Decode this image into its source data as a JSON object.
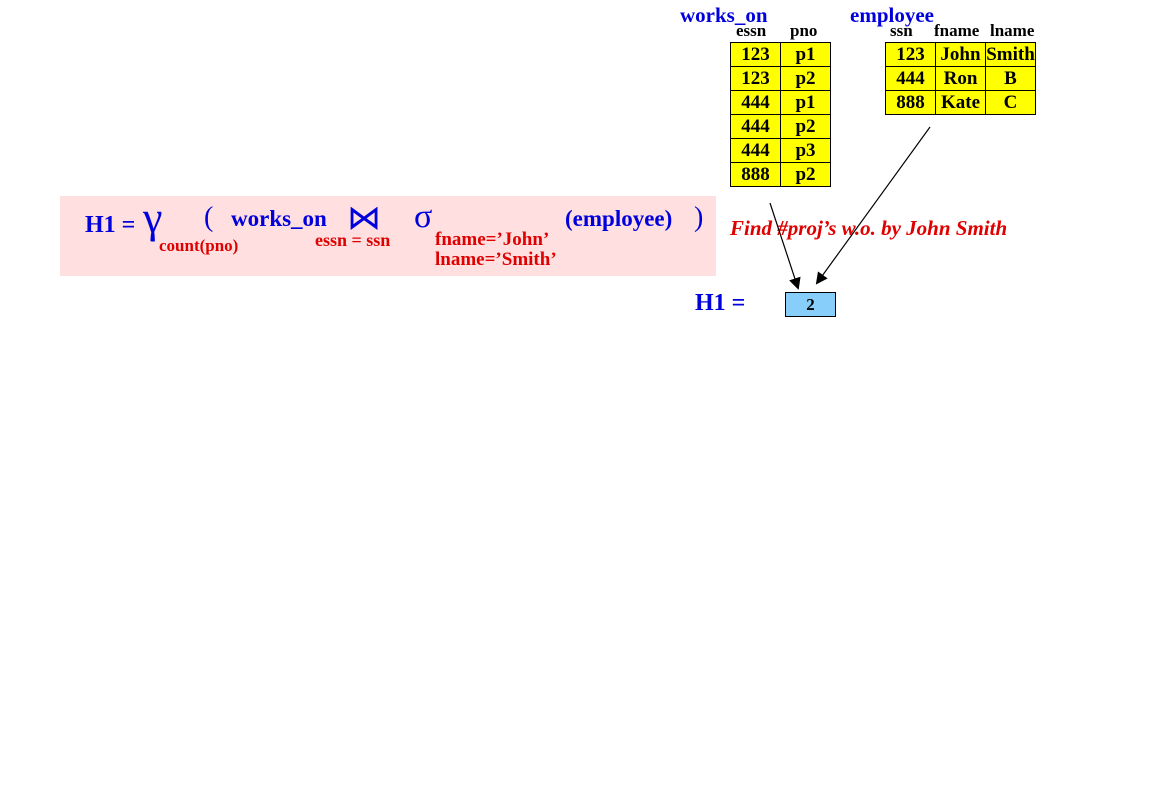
{
  "works_on": {
    "title": "works_on",
    "columns": [
      "essn",
      "pno"
    ],
    "rows": [
      [
        "123",
        "p1"
      ],
      [
        "123",
        "p2"
      ],
      [
        "444",
        "p1"
      ],
      [
        "444",
        "p2"
      ],
      [
        "444",
        "p3"
      ],
      [
        "888",
        "p2"
      ]
    ]
  },
  "employee": {
    "title": "employee",
    "columns": [
      "ssn",
      "fname",
      "lname"
    ],
    "rows": [
      [
        "123",
        "John",
        "Smith"
      ],
      [
        "444",
        "Ron",
        "B"
      ],
      [
        "888",
        "Kate",
        "C"
      ]
    ]
  },
  "formula": {
    "lhs": "H1 =",
    "gamma": "γ",
    "gamma_sub": "count(pno)",
    "open_paren": "(",
    "left_rel": "works_on",
    "join": "⋈",
    "join_cond": "essn = ssn",
    "sigma": "σ",
    "sel_cond_1": "fname=’John’",
    "sel_cond_2": "lname=’Smith’",
    "right_rel": "(employee)",
    "close_paren": ")"
  },
  "caption": "Find #proj’s w.o. by John Smith",
  "result": {
    "label": "H1 =",
    "value": "2"
  },
  "colors": {
    "relation_fill": "#ffff00",
    "result_fill": "#87cefa",
    "formula_band": "#ffdfdf",
    "blue": "#0000dd",
    "red": "#e00000"
  }
}
